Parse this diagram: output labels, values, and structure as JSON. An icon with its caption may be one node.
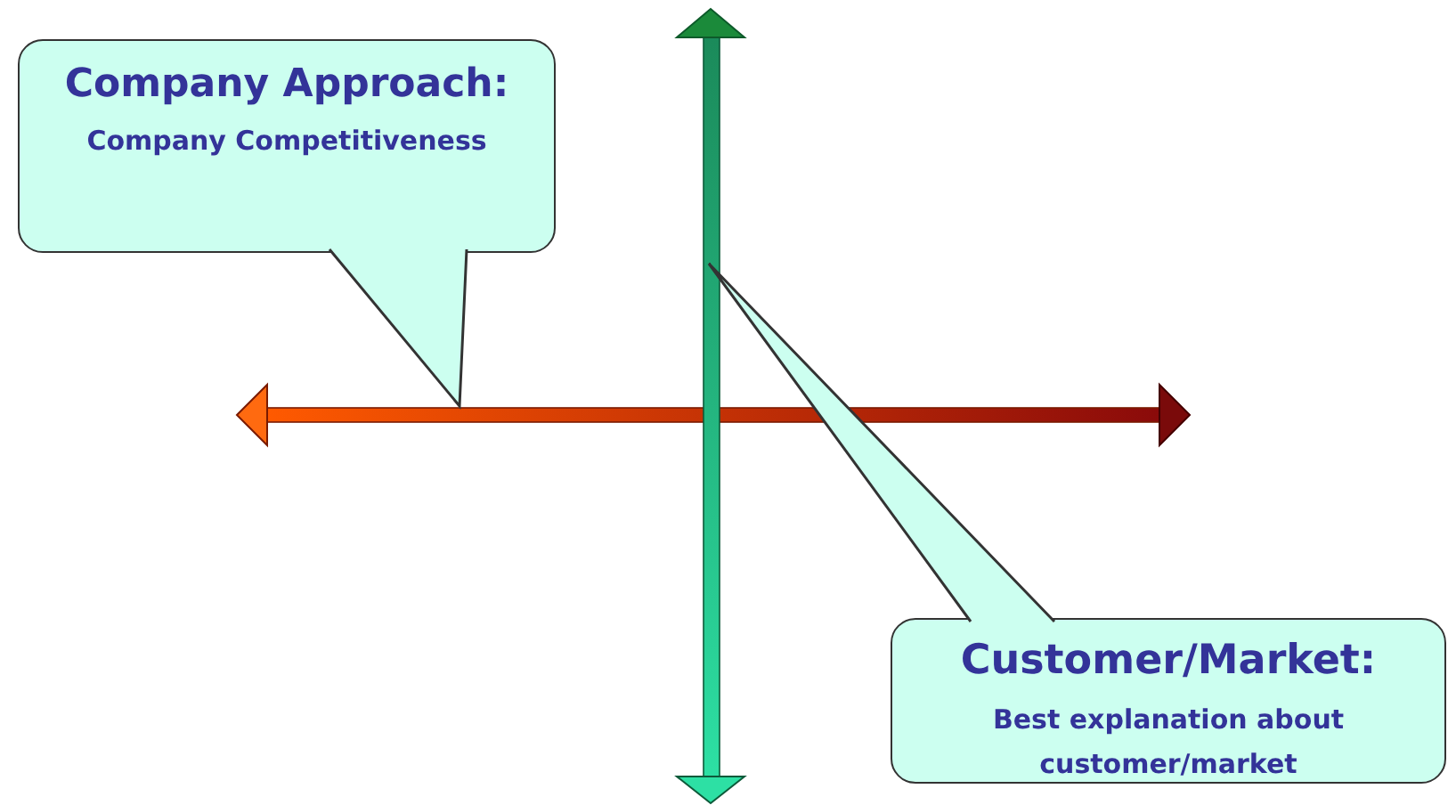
{
  "diagram": {
    "nodes": [
      {
        "text": [
          "Company Approach:",
          "Company Competitiveness"
        ]
      },
      {
        "text": [
          "Customer/Market:",
          "Best explanation about customer/market"
        ]
      }
    ]
  }
}
